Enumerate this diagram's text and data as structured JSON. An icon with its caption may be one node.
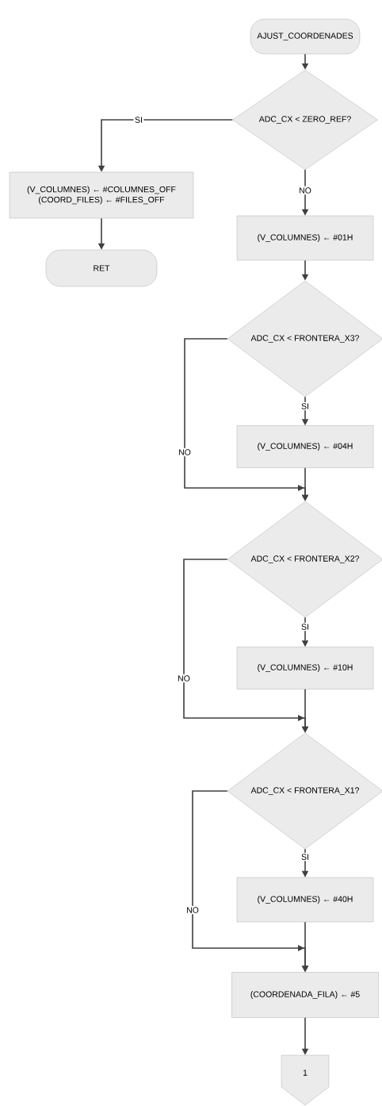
{
  "diagram": {
    "nodes": [
      {
        "text": [
          "AJUST_COORDENADES"
        ]
      },
      {
        "text": [
          "ADC_CX < ZERO_REF?"
        ]
      },
      {
        "text": [
          "(V_COLUMNES) ← #COLUMNES_OFF",
          "(COORD_FILES) ← #FILES_OFF"
        ]
      },
      {
        "text": [
          "RET"
        ]
      },
      {
        "text": [
          "(V_COLUMNES) ← #01H"
        ]
      },
      {
        "text": [
          "ADC_CX < FRONTERA_X3?"
        ]
      },
      {
        "text": [
          "(V_COLUMNES) ← #04H"
        ]
      },
      {
        "text": [
          "ADC_CX < FRONTERA_X2?"
        ]
      },
      {
        "text": [
          "(V_COLUMNES) ← #10H"
        ]
      },
      {
        "text": [
          "ADC_CX < FRONTERA_X1?"
        ]
      },
      {
        "text": [
          "(V_COLUMNES) ← #40H"
        ]
      },
      {
        "text": [
          "(COORDENADA_FILA) ← #5"
        ]
      },
      {
        "text": [
          "1"
        ]
      }
    ],
    "edges": [
      {
        "from": 0,
        "to": 1,
        "arrow": "to"
      },
      {
        "from": 1,
        "to": 2,
        "arrow": "to",
        "label": "SI"
      },
      {
        "from": 1,
        "to": 4,
        "arrow": "to",
        "label": "NO"
      },
      {
        "from": 2,
        "to": 3,
        "arrow": "to"
      },
      {
        "from": 4,
        "to": 5,
        "arrow": "to"
      },
      {
        "from": 5,
        "to": 6,
        "arrow": "to",
        "label": "SI"
      },
      {
        "from": 5,
        "to": 7,
        "arrow": "to",
        "label": "NO"
      },
      {
        "from": 6,
        "to": 7,
        "arrow": "to"
      },
      {
        "from": 7,
        "to": 8,
        "arrow": "to",
        "label": "SI"
      },
      {
        "from": 7,
        "to": 9,
        "arrow": "to",
        "label": "NO"
      },
      {
        "from": 8,
        "to": 9,
        "arrow": "to"
      },
      {
        "from": 9,
        "to": 10,
        "arrow": "to",
        "label": "SI"
      },
      {
        "from": 9,
        "to": 11,
        "arrow": "to",
        "label": "NO"
      },
      {
        "from": 10,
        "to": 11,
        "arrow": "to"
      },
      {
        "from": 11,
        "to": 12,
        "arrow": "to"
      }
    ]
  }
}
